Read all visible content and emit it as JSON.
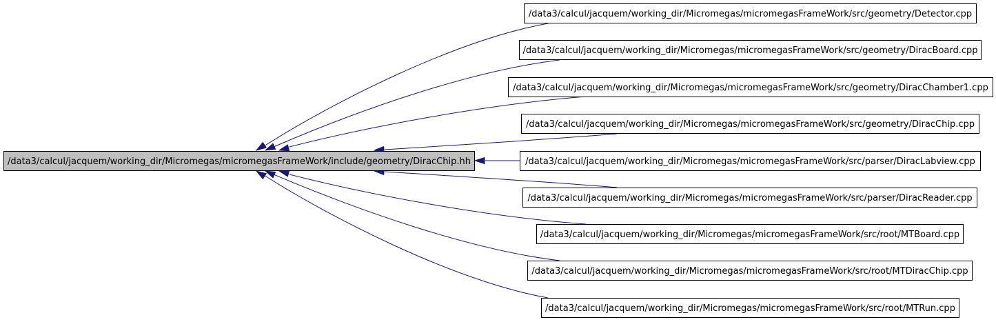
{
  "diagram": {
    "type": "include-dependency-graph",
    "colors": {
      "root_fill": "#bfbfbf",
      "node_fill": "#ffffff",
      "border": "#000000",
      "edge": "#191970"
    },
    "root": {
      "id": "root",
      "label": "/data3/calcul/jacquem/working_dir/Micromegas/micromegasFrameWork/include/geometry/DiracChip.hh"
    },
    "nodes": [
      {
        "id": "n0",
        "label": "/data3/calcul/jacquem/working_dir/Micromegas/micromegasFrameWork/src/geometry/Detector.cpp"
      },
      {
        "id": "n1",
        "label": "/data3/calcul/jacquem/working_dir/Micromegas/micromegasFrameWork/src/geometry/DiracBoard.cpp"
      },
      {
        "id": "n2",
        "label": "/data3/calcul/jacquem/working_dir/Micromegas/micromegasFrameWork/src/geometry/DiracChamber1.cpp"
      },
      {
        "id": "n3",
        "label": "/data3/calcul/jacquem/working_dir/Micromegas/micromegasFrameWork/src/geometry/DiracChip.cpp"
      },
      {
        "id": "n4",
        "label": "/data3/calcul/jacquem/working_dir/Micromegas/micromegasFrameWork/src/parser/DiracLabview.cpp"
      },
      {
        "id": "n5",
        "label": "/data3/calcul/jacquem/working_dir/Micromegas/micromegasFrameWork/src/parser/DiracReader.cpp"
      },
      {
        "id": "n6",
        "label": "/data3/calcul/jacquem/working_dir/Micromegas/micromegasFrameWork/src/root/MTBoard.cpp"
      },
      {
        "id": "n7",
        "label": "/data3/calcul/jacquem/working_dir/Micromegas/micromegasFrameWork/src/root/MTDiracChip.cpp"
      },
      {
        "id": "n8",
        "label": "/data3/calcul/jacquem/working_dir/Micromegas/micromegasFrameWork/src/root/MTRun.cpp"
      }
    ],
    "edges": [
      {
        "from": "n0",
        "to": "root"
      },
      {
        "from": "n1",
        "to": "root"
      },
      {
        "from": "n2",
        "to": "root"
      },
      {
        "from": "n3",
        "to": "root"
      },
      {
        "from": "n4",
        "to": "root"
      },
      {
        "from": "n5",
        "to": "root"
      },
      {
        "from": "n6",
        "to": "root"
      },
      {
        "from": "n7",
        "to": "root"
      },
      {
        "from": "n8",
        "to": "root"
      }
    ]
  }
}
